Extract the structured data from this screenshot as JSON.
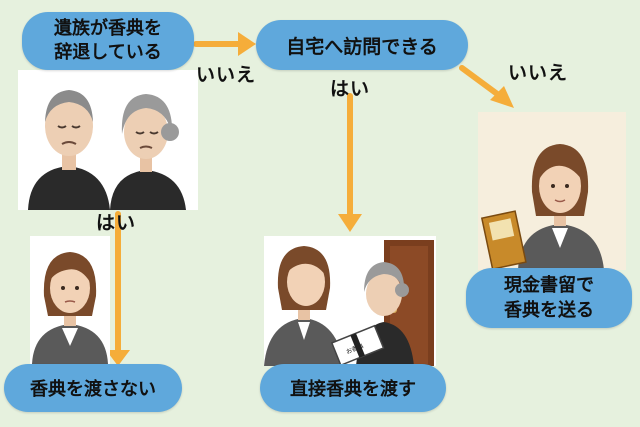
{
  "nodes": {
    "decline": {
      "line1": "遺族が香典を",
      "line2": "辞退している"
    },
    "visit": {
      "text": "自宅へ訪問できる"
    },
    "no_give": {
      "text": "香典を渡さない"
    },
    "direct": {
      "text": "直接香典を渡す"
    },
    "mail": {
      "line1": "現金書留で",
      "line2": "香典を送る"
    }
  },
  "edge_labels": {
    "decline_no": "いいえ",
    "decline_yes": "はい",
    "visit_yes": "はい",
    "visit_no": "いいえ"
  },
  "envelope_text": "お香典",
  "colors": {
    "background": "#e6f1de",
    "node_fill": "#5fa8dc",
    "arrow": "#f5ad3a"
  }
}
